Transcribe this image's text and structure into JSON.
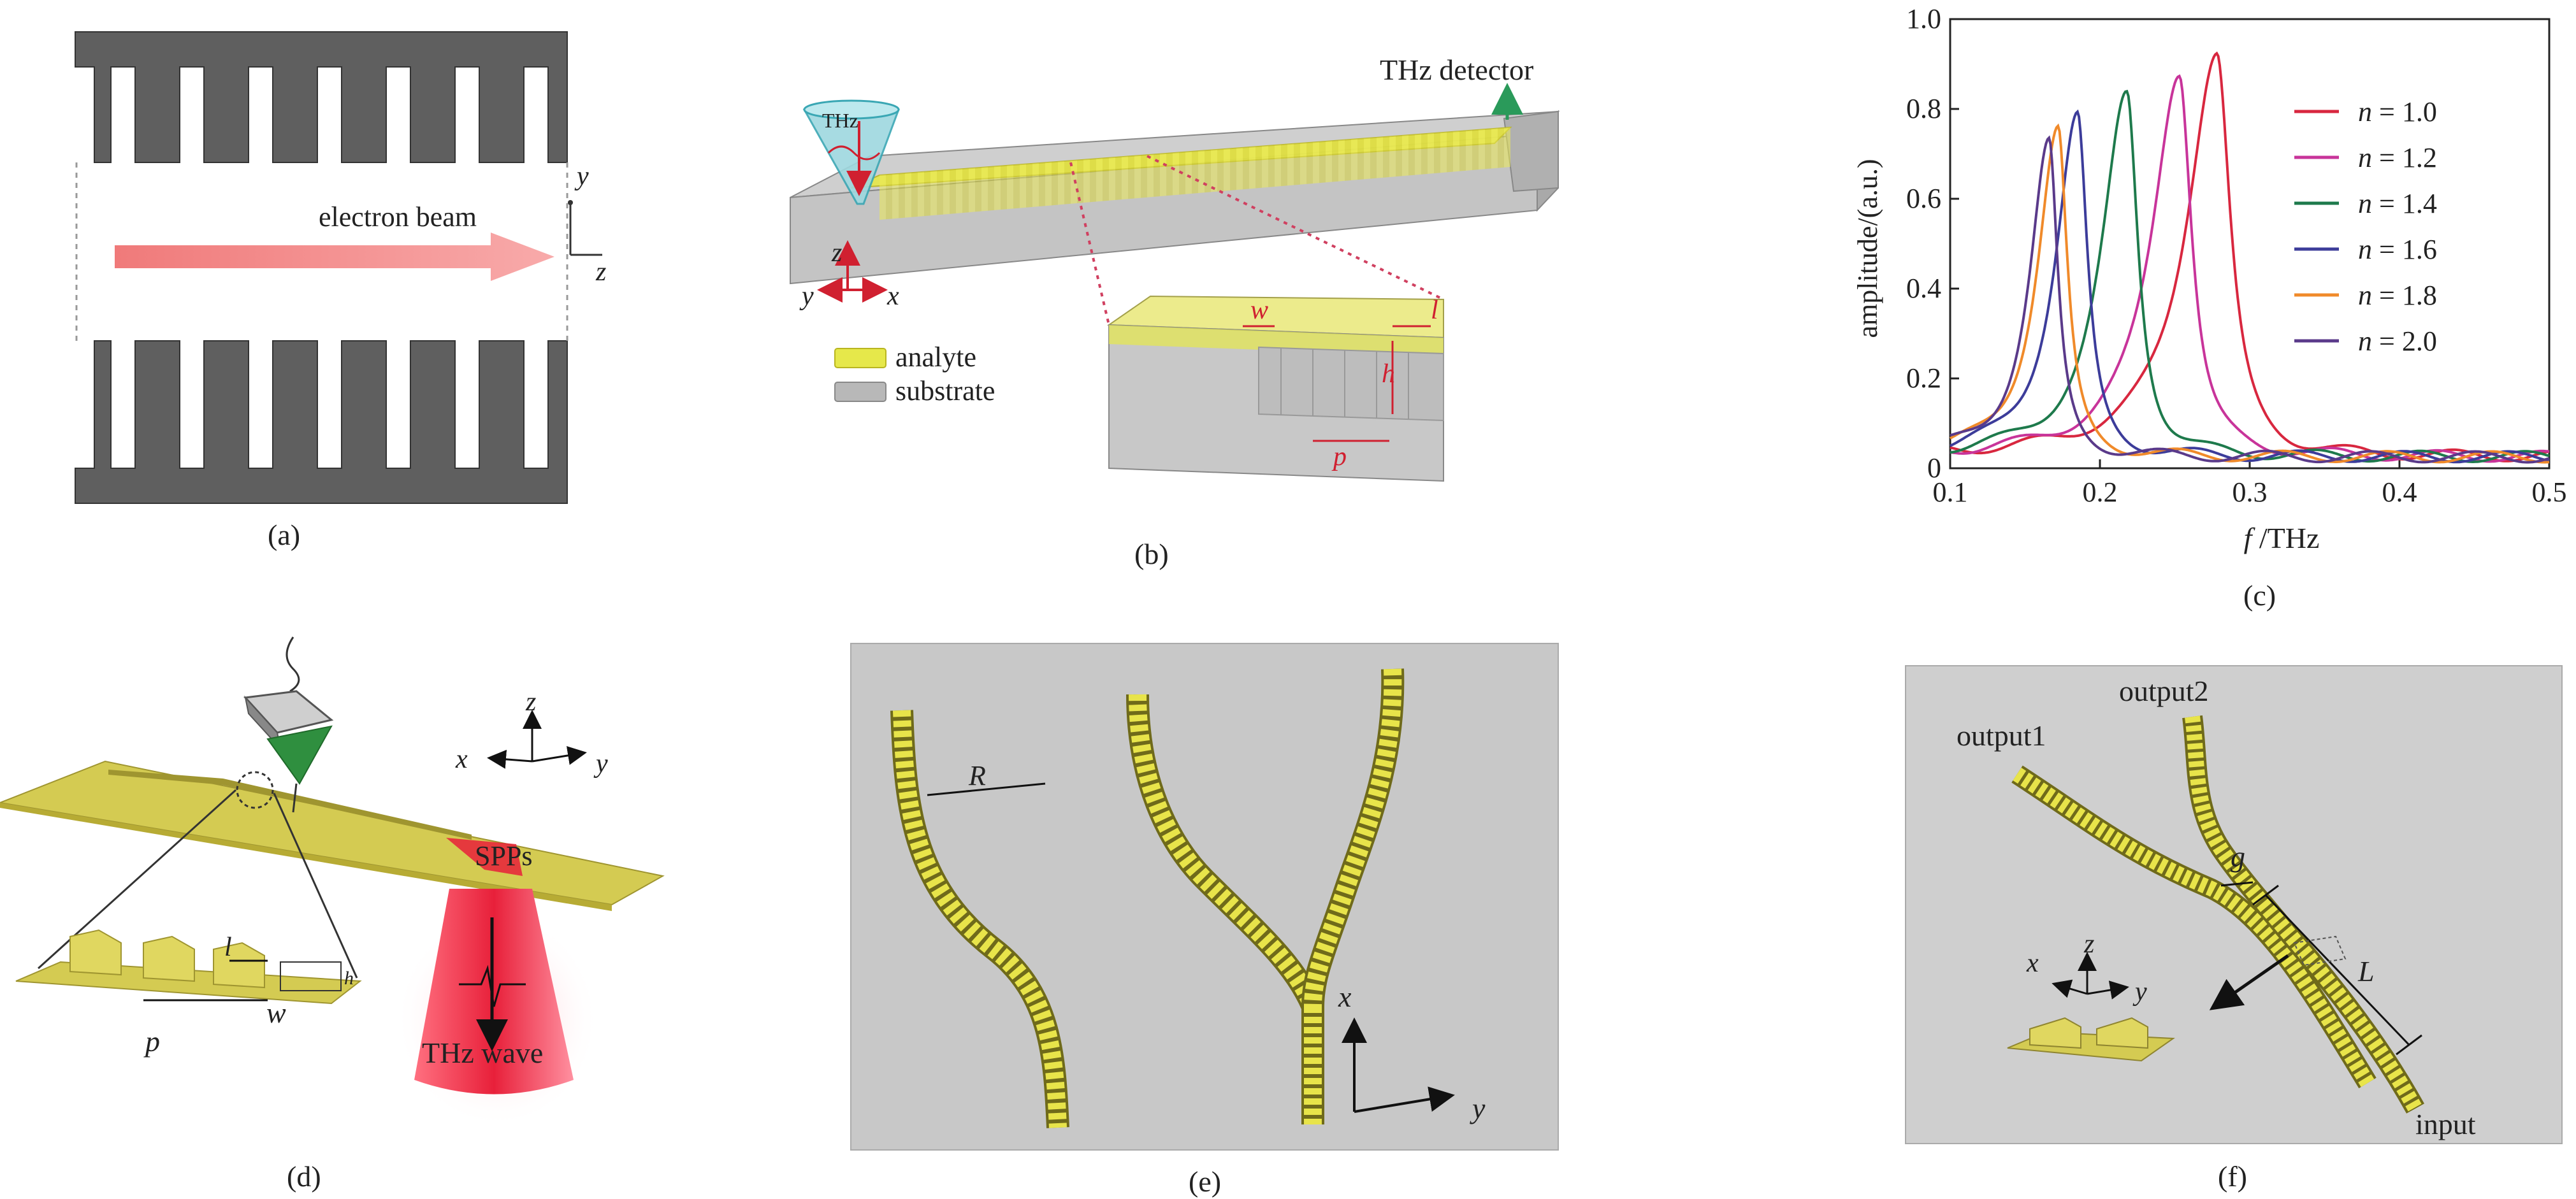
{
  "panels": {
    "a": {
      "caption": "(a)",
      "beam_label": "electron beam",
      "axis_y": "y",
      "axis_z": "z",
      "colors": {
        "metal": "#5f5f5f",
        "beam": "#f08a8a"
      }
    },
    "b": {
      "caption": "(b)",
      "source_label": "THz",
      "detector_label": "THz detector",
      "legend": [
        {
          "label": "analyte",
          "color": "#e6e84a"
        },
        {
          "label": "substrate",
          "color": "#b8b8b8"
        }
      ],
      "axis": {
        "z": "z",
        "y": "y",
        "x": "x"
      },
      "dims": {
        "w": "w",
        "l": "l",
        "h": "h",
        "p": "p"
      }
    },
    "c": {
      "caption": "(c)",
      "ylabel": "amplitude/(a.u.)",
      "xlabel_italic": "f",
      "xlabel_rest": " /THz"
    },
    "d": {
      "caption": "(d)",
      "spp_label": "SPPs",
      "wave_label": "THz wave",
      "dims": {
        "l": "l",
        "p": "p",
        "w": "w",
        "h": "h"
      },
      "axis": {
        "x": "x",
        "y": "y",
        "z": "z"
      }
    },
    "e": {
      "caption": "(e)",
      "radius_label": "R",
      "axis": {
        "x": "x",
        "y": "y"
      }
    },
    "f": {
      "caption": "(f)",
      "output1": "output1",
      "output2": "output2",
      "input": "input",
      "g_label": "g",
      "L_label": "L",
      "axis": {
        "x": "x",
        "y": "y",
        "z": "z"
      }
    }
  },
  "chart_data": {
    "type": "line",
    "xlabel": "f /THz",
    "ylabel": "amplitude/(a.u.)",
    "xlim": [
      0.1,
      0.5
    ],
    "ylim": [
      0,
      1.0
    ],
    "xticks": [
      0.1,
      0.2,
      0.3,
      0.4,
      0.5
    ],
    "yticks": [
      0,
      0.2,
      0.4,
      0.6,
      0.8,
      1.0
    ],
    "legend_position": "top-right",
    "grid": false,
    "series": [
      {
        "name": "n = 1.0",
        "legend_n": "n",
        "legend_rest": " = 1.0",
        "color": "#d8273f",
        "peak_x": 0.278,
        "peak_y": 0.9,
        "width": 0.011
      },
      {
        "name": "n = 1.2",
        "legend_n": "n",
        "legend_rest": " = 1.2",
        "color": "#c8349a",
        "peak_x": 0.253,
        "peak_y": 0.86,
        "width": 0.01
      },
      {
        "name": "n = 1.4",
        "legend_n": "n",
        "legend_rest": " = 1.4",
        "color": "#1e7a4c",
        "peak_x": 0.218,
        "peak_y": 0.81,
        "width": 0.009
      },
      {
        "name": "n = 1.6",
        "legend_n": "n",
        "legend_rest": " = 1.6",
        "color": "#3c3c9a",
        "peak_x": 0.185,
        "peak_y": 0.76,
        "width": 0.008
      },
      {
        "name": "n = 1.8",
        "legend_n": "n",
        "legend_rest": " = 1.8",
        "color": "#f08a2a",
        "peak_x": 0.172,
        "peak_y": 0.73,
        "width": 0.0075
      },
      {
        "name": "n = 2.0",
        "legend_n": "n",
        "legend_rest": " = 2.0",
        "color": "#5a3a8a",
        "peak_x": 0.166,
        "peak_y": 0.7,
        "width": 0.007
      }
    ]
  }
}
